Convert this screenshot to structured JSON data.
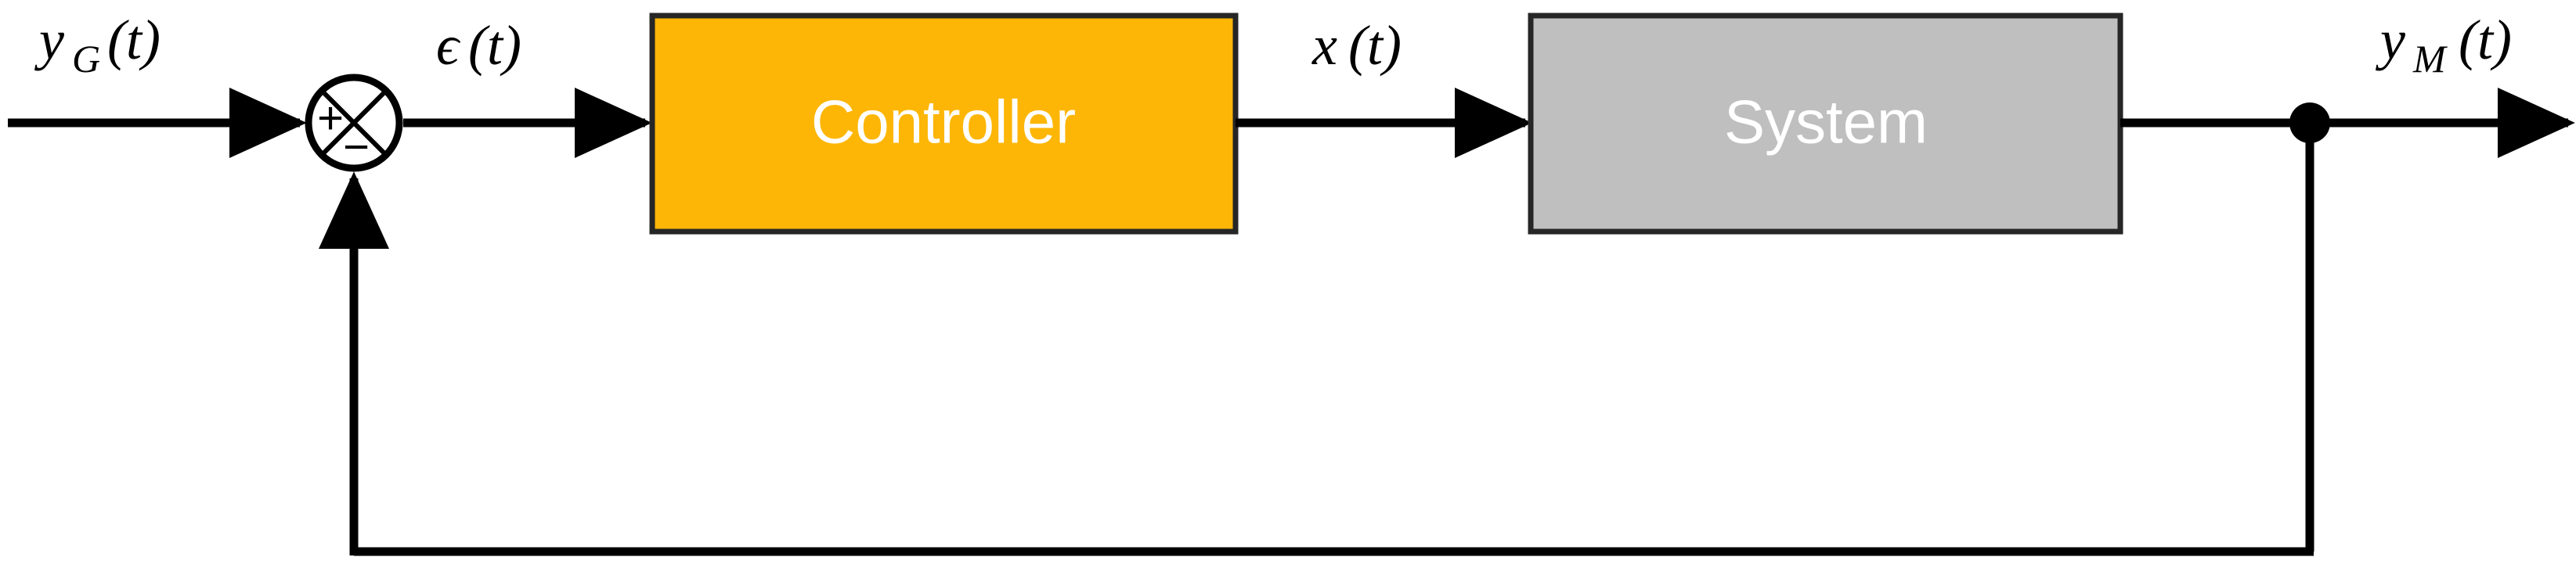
{
  "diagram": {
    "title": "closed-loop-control-block-diagram",
    "colors": {
      "controller_fill": "#FDB606",
      "system_fill": "#BFBFBF",
      "stroke": "#000000",
      "block_text": "#FFFFFF",
      "background": "#FFFFFF"
    },
    "blocks": [
      {
        "id": "controller",
        "label": "Controller",
        "fill": "#FDB606"
      },
      {
        "id": "system",
        "label": "System",
        "fill": "#BFBFBF"
      }
    ],
    "summing_junction": {
      "name": "summing-junction",
      "plus_sign": "+",
      "minus_sign": "−"
    },
    "signals": {
      "reference": {
        "base": "y",
        "sub": "G",
        "arg": "(t)",
        "full": "y_G(t)"
      },
      "error": {
        "base": "ϵ",
        "sub": "",
        "arg": "(t)",
        "full": "ϵ(t)"
      },
      "control": {
        "base": "x",
        "sub": "",
        "arg": "(t)",
        "full": "x(t)"
      },
      "measured": {
        "base": "y",
        "sub": "M",
        "arg": "(t)",
        "full": "y_M(t)"
      }
    },
    "feedback": {
      "name": "feedback-path",
      "tap_node": "feedback-tap-node"
    }
  }
}
